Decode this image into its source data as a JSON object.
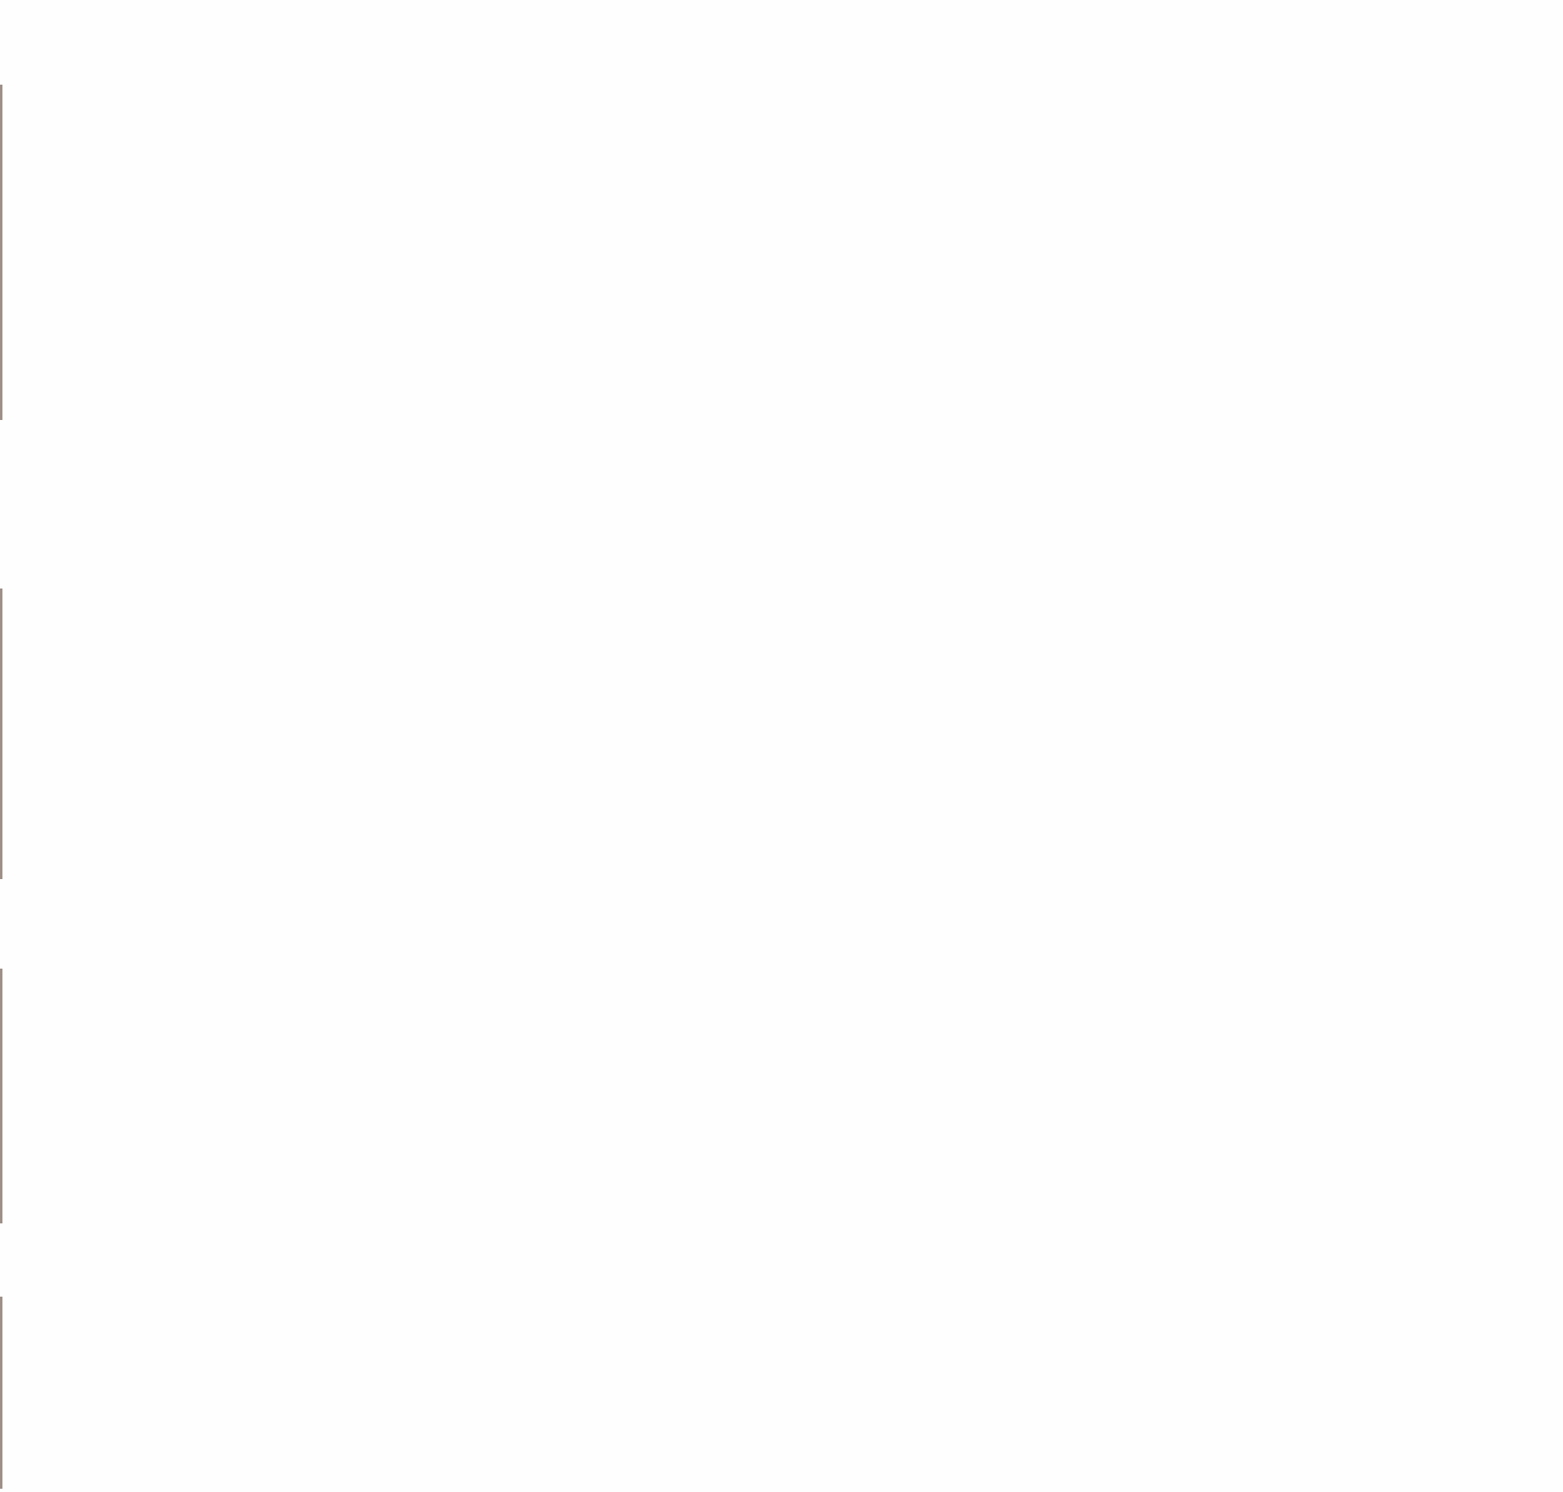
{
  "colors": {
    "background": "#fefefe",
    "rule": "#9e9089"
  },
  "sections": [
    {
      "id": "section-1"
    },
    {
      "id": "section-2"
    },
    {
      "id": "section-3"
    },
    {
      "id": "section-4"
    }
  ]
}
